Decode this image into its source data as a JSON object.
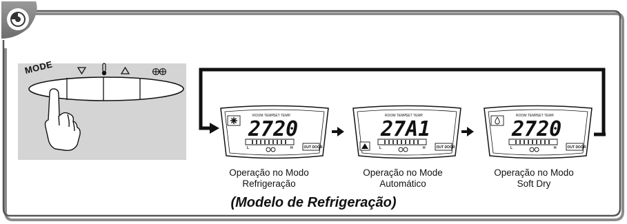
{
  "remote": {
    "mode_label": "MODE"
  },
  "displays": [
    {
      "temp_text": "2720",
      "room_temp_label": "ROOM TEMP.",
      "set_temp_label": "SET TEMP.",
      "out_door_label": "OUT DOOR",
      "mode_icon": "snowflake-icon",
      "caption_line1": "Operação no Modo",
      "caption_line2": "Refrigeração"
    },
    {
      "temp_text": "27A1",
      "room_temp_label": "ROOM TEMP.",
      "set_temp_label": "SET TEMP.",
      "out_door_label": "OUT DOOR",
      "mode_icon": "auto-mode-icon",
      "caption_line1": "Operação no Mode",
      "caption_line2": "Automático"
    },
    {
      "temp_text": "2720",
      "room_temp_label": "ROOM TEMP.",
      "set_temp_label": "SET TEMP.",
      "out_door_label": "OUT DOOR",
      "mode_icon": "water-drop-icon",
      "caption_line1": "Operação no Modo",
      "caption_line2": "Soft Dry"
    }
  ],
  "title": "(Modelo de Refrigeração)"
}
